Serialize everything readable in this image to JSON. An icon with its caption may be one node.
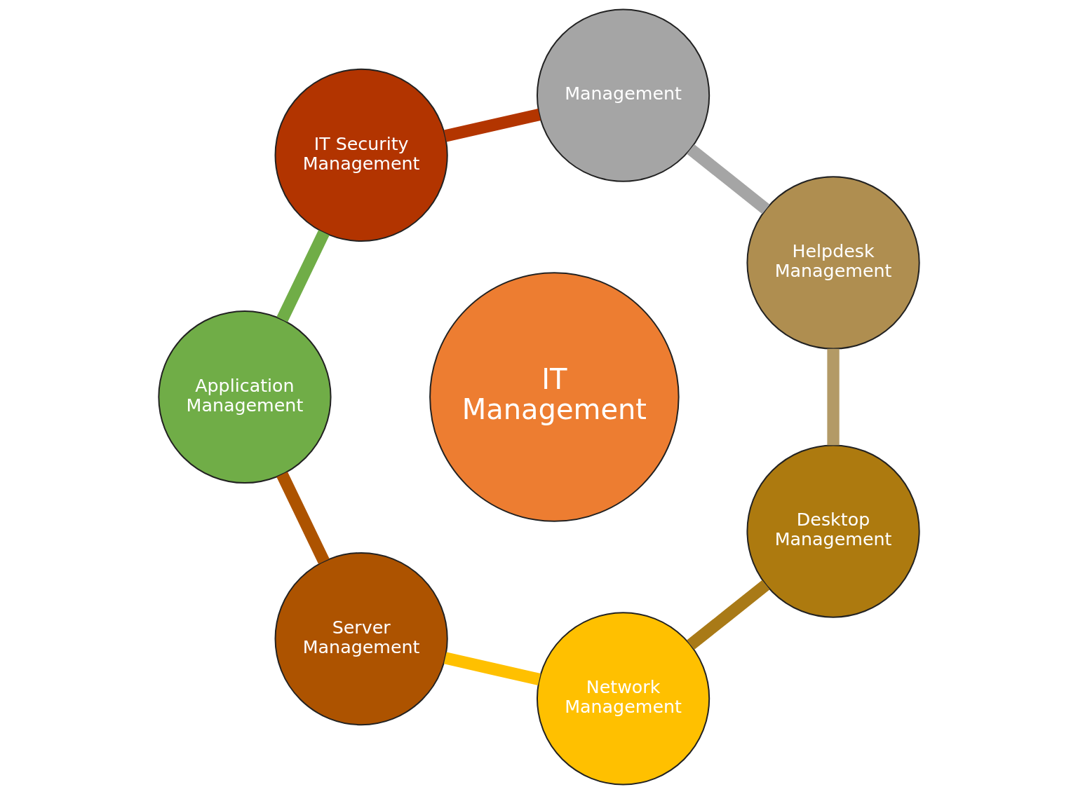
{
  "diagram": {
    "nodes": [
      {
        "text": [
          "Management"
        ]
      },
      {
        "text": [
          "IT Security Management"
        ]
      },
      {
        "text": [
          "Helpdesk Management"
        ]
      },
      {
        "text": [
          "IT Management"
        ]
      },
      {
        "text": [
          "Application Management"
        ]
      },
      {
        "text": [
          "Desktop Management"
        ]
      },
      {
        "text": [
          "Server Management"
        ]
      },
      {
        "text": [
          "Network Management"
        ]
      }
    ],
    "edges": [
      {
        "from": 0,
        "to": 2,
        "arrow": "none",
        "color": "#a5a5a5"
      },
      {
        "from": 2,
        "to": 5,
        "arrow": "none",
        "color": "#b39a66"
      },
      {
        "from": 5,
        "to": 7,
        "arrow": "none",
        "color": "#a97a17"
      },
      {
        "from": 7,
        "to": 6,
        "arrow": "none",
        "color": "#ffc000"
      },
      {
        "from": 6,
        "to": 4,
        "arrow": "none",
        "color": "#ad5300"
      },
      {
        "from": 4,
        "to": 1,
        "arrow": "none",
        "color": "#70ad47"
      },
      {
        "from": 1,
        "to": 0,
        "arrow": "none",
        "color": "#b33500"
      }
    ]
  }
}
